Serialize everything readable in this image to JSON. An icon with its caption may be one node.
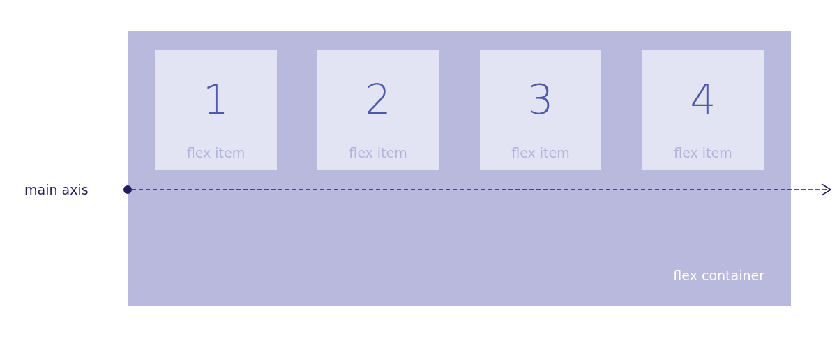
{
  "diagram": {
    "nodes": [
      {
        "text": [
          "flex container"
        ]
      },
      {
        "text": [
          "1",
          "flex item"
        ],
        "in": 0
      },
      {
        "text": [
          "2",
          "flex item"
        ],
        "in": 0
      },
      {
        "text": [
          "3",
          "flex item"
        ],
        "in": 0
      },
      {
        "text": [
          "4",
          "flex item"
        ],
        "in": 0
      }
    ],
    "labels": [
      "main axis"
    ]
  }
}
